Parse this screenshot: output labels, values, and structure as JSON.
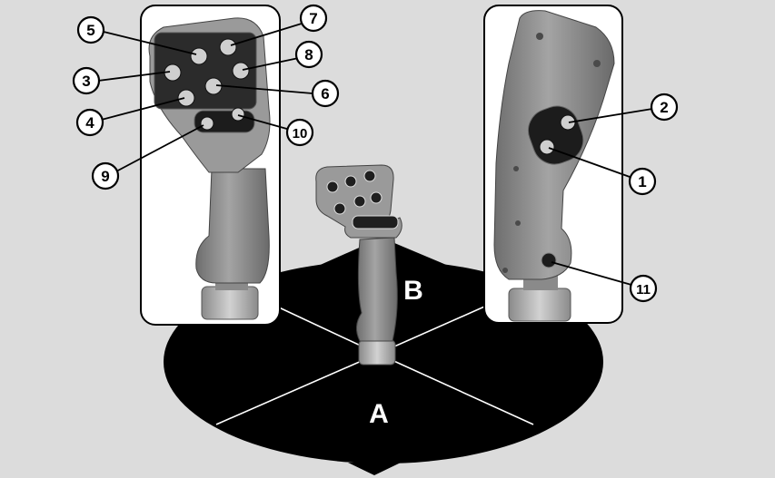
{
  "colors": {
    "background": "#dcdcdc",
    "base_disc": "#000000",
    "panel_bg": "#ffffff",
    "joystick_body": "#8c8c8c",
    "joystick_shade": "#6f6f6f",
    "button_face": "#1c1c1c",
    "sector_line": "#ffffff"
  },
  "sectors": {
    "front": "A",
    "rear": "B"
  },
  "callouts": [
    "1",
    "2",
    "3",
    "4",
    "5",
    "6",
    "7",
    "8",
    "9",
    "10",
    "11"
  ],
  "icons": {
    "base": "rotation-base-disc",
    "left_panel": "joystick-front-view",
    "right_panel": "joystick-side-view",
    "center": "joystick-center-view"
  }
}
